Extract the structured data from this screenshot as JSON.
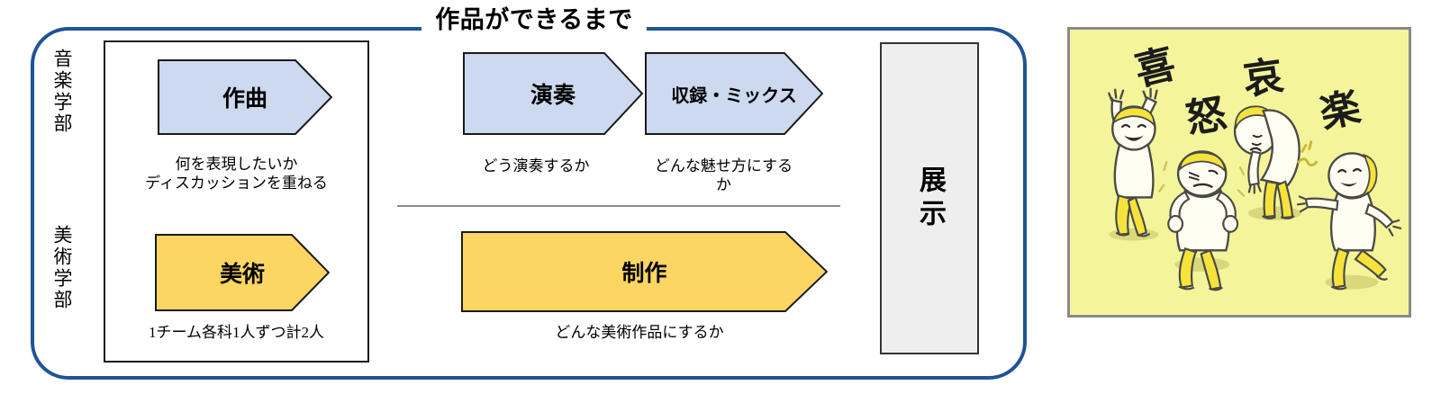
{
  "diagram": {
    "title": "作品ができるまで",
    "accent_border_color": "#1f5398",
    "box_border_color": "#1a1a1a",
    "divider_color": "#8c8c8c",
    "blue_fill": "#ccd9ee",
    "orange_fill": "#fcd663",
    "exhibit_fill": "#eeeeee"
  },
  "faculties": {
    "music": "音楽学部",
    "art": "美術学部"
  },
  "music_track": {
    "steps": [
      {
        "label": "作曲",
        "caption_line1": "何を表現したいか",
        "caption_line2": "ディスカッションを重ねる"
      },
      {
        "label": "演奏",
        "caption_line1": "どう演奏するか",
        "caption_line2": ""
      },
      {
        "label": "収録・ミックス",
        "caption_line1": "どんな魅せ方にする",
        "caption_line2": "か"
      }
    ]
  },
  "art_track": {
    "steps": [
      {
        "label": "美術",
        "caption_line1": "1チーム各科1人ずつ計2人",
        "caption_line2": ""
      },
      {
        "label": "制作",
        "caption_line1": "どんな美術作品にするか",
        "caption_line2": ""
      }
    ]
  },
  "exhibit": {
    "label": "展示"
  },
  "illustration": {
    "background_color": "#f4f59a",
    "accent_color": "#f5e33c",
    "caption_chars": [
      "喜",
      "怒",
      "哀",
      "楽"
    ],
    "figure_count": 4,
    "figures": [
      {
        "emotion": "喜",
        "pose": "arms-raised-cheering"
      },
      {
        "emotion": "怒",
        "pose": "fists-clenched-angry"
      },
      {
        "emotion": "哀",
        "pose": "bent-over-sad"
      },
      {
        "emotion": "楽",
        "pose": "dancing-happy"
      }
    ]
  }
}
